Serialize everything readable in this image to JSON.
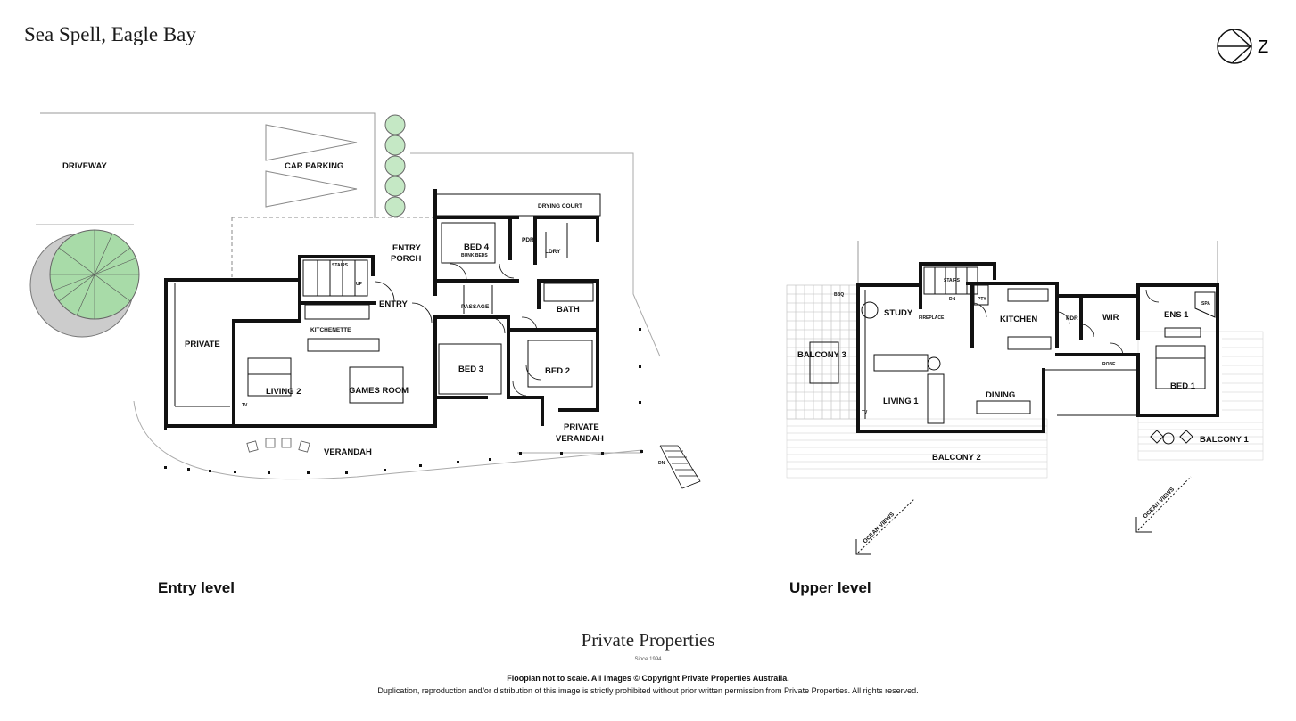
{
  "title": "Sea Spell, Eagle Bay",
  "north_label": "Z",
  "entry_level": {
    "label": "Entry level",
    "rooms": {
      "driveway": "DRIVEWAY",
      "car_parking": "CAR PARKING",
      "drying_court": "DRYING COURT",
      "entry_porch_1": "ENTRY",
      "entry_porch_2": "PORCH",
      "bed4": "BED 4",
      "bunk_beds": "BUNK BEDS",
      "pdr": "PDR",
      "ldry": "LDRY",
      "stairs": "STAIRS",
      "up": "UP",
      "entry": "ENTRY",
      "passage": "PASSAGE",
      "bath": "BATH",
      "kitchenette": "KITCHENETTE",
      "private": "PRIVATE",
      "living2": "LIVING 2",
      "games_room": "GAMES ROOM",
      "tv": "TV",
      "bed3": "BED 3",
      "bed2": "BED 2",
      "private_verandah_1": "PRIVATE",
      "private_verandah_2": "VERANDAH",
      "verandah": "VERANDAH",
      "dn": "DN"
    }
  },
  "upper_level": {
    "label": "Upper level",
    "rooms": {
      "bbq": "BBQ",
      "stairs": "STAIRS",
      "dn": "DN",
      "study": "STUDY",
      "fireplace": "FIREPLACE",
      "pty": "PTY",
      "kitchen": "KITCHEN",
      "pdr": "PDR",
      "wir": "WIR",
      "ens1": "ENS 1",
      "spa": "SPA",
      "robe": "ROBE",
      "balcony3": "BALCONY 3",
      "living1": "LIVING 1",
      "tv": "TV",
      "dining": "DINING",
      "bed1": "BED 1",
      "balcony1": "BALCONY 1",
      "balcony2": "BALCONY 2",
      "ocean_views_1": "OCEAN VIEWS",
      "ocean_views_2": "OCEAN VIEWS"
    }
  },
  "footer": {
    "brand": "Private Properties",
    "since": "Since 1994",
    "disclaimer_bold": "Flooplan not to scale. All images © Copyright Private Properties Australia.",
    "disclaimer": "Duplication, reproduction and/or distribution of this image is strictly prohibited without prior written permission from Private Properties. All rights reserved."
  },
  "colors": {
    "wall": "#111111",
    "tree_fill": "#a8dba8",
    "hedge_fill": "#c5e8c5",
    "tile": "#bbbbbb"
  }
}
